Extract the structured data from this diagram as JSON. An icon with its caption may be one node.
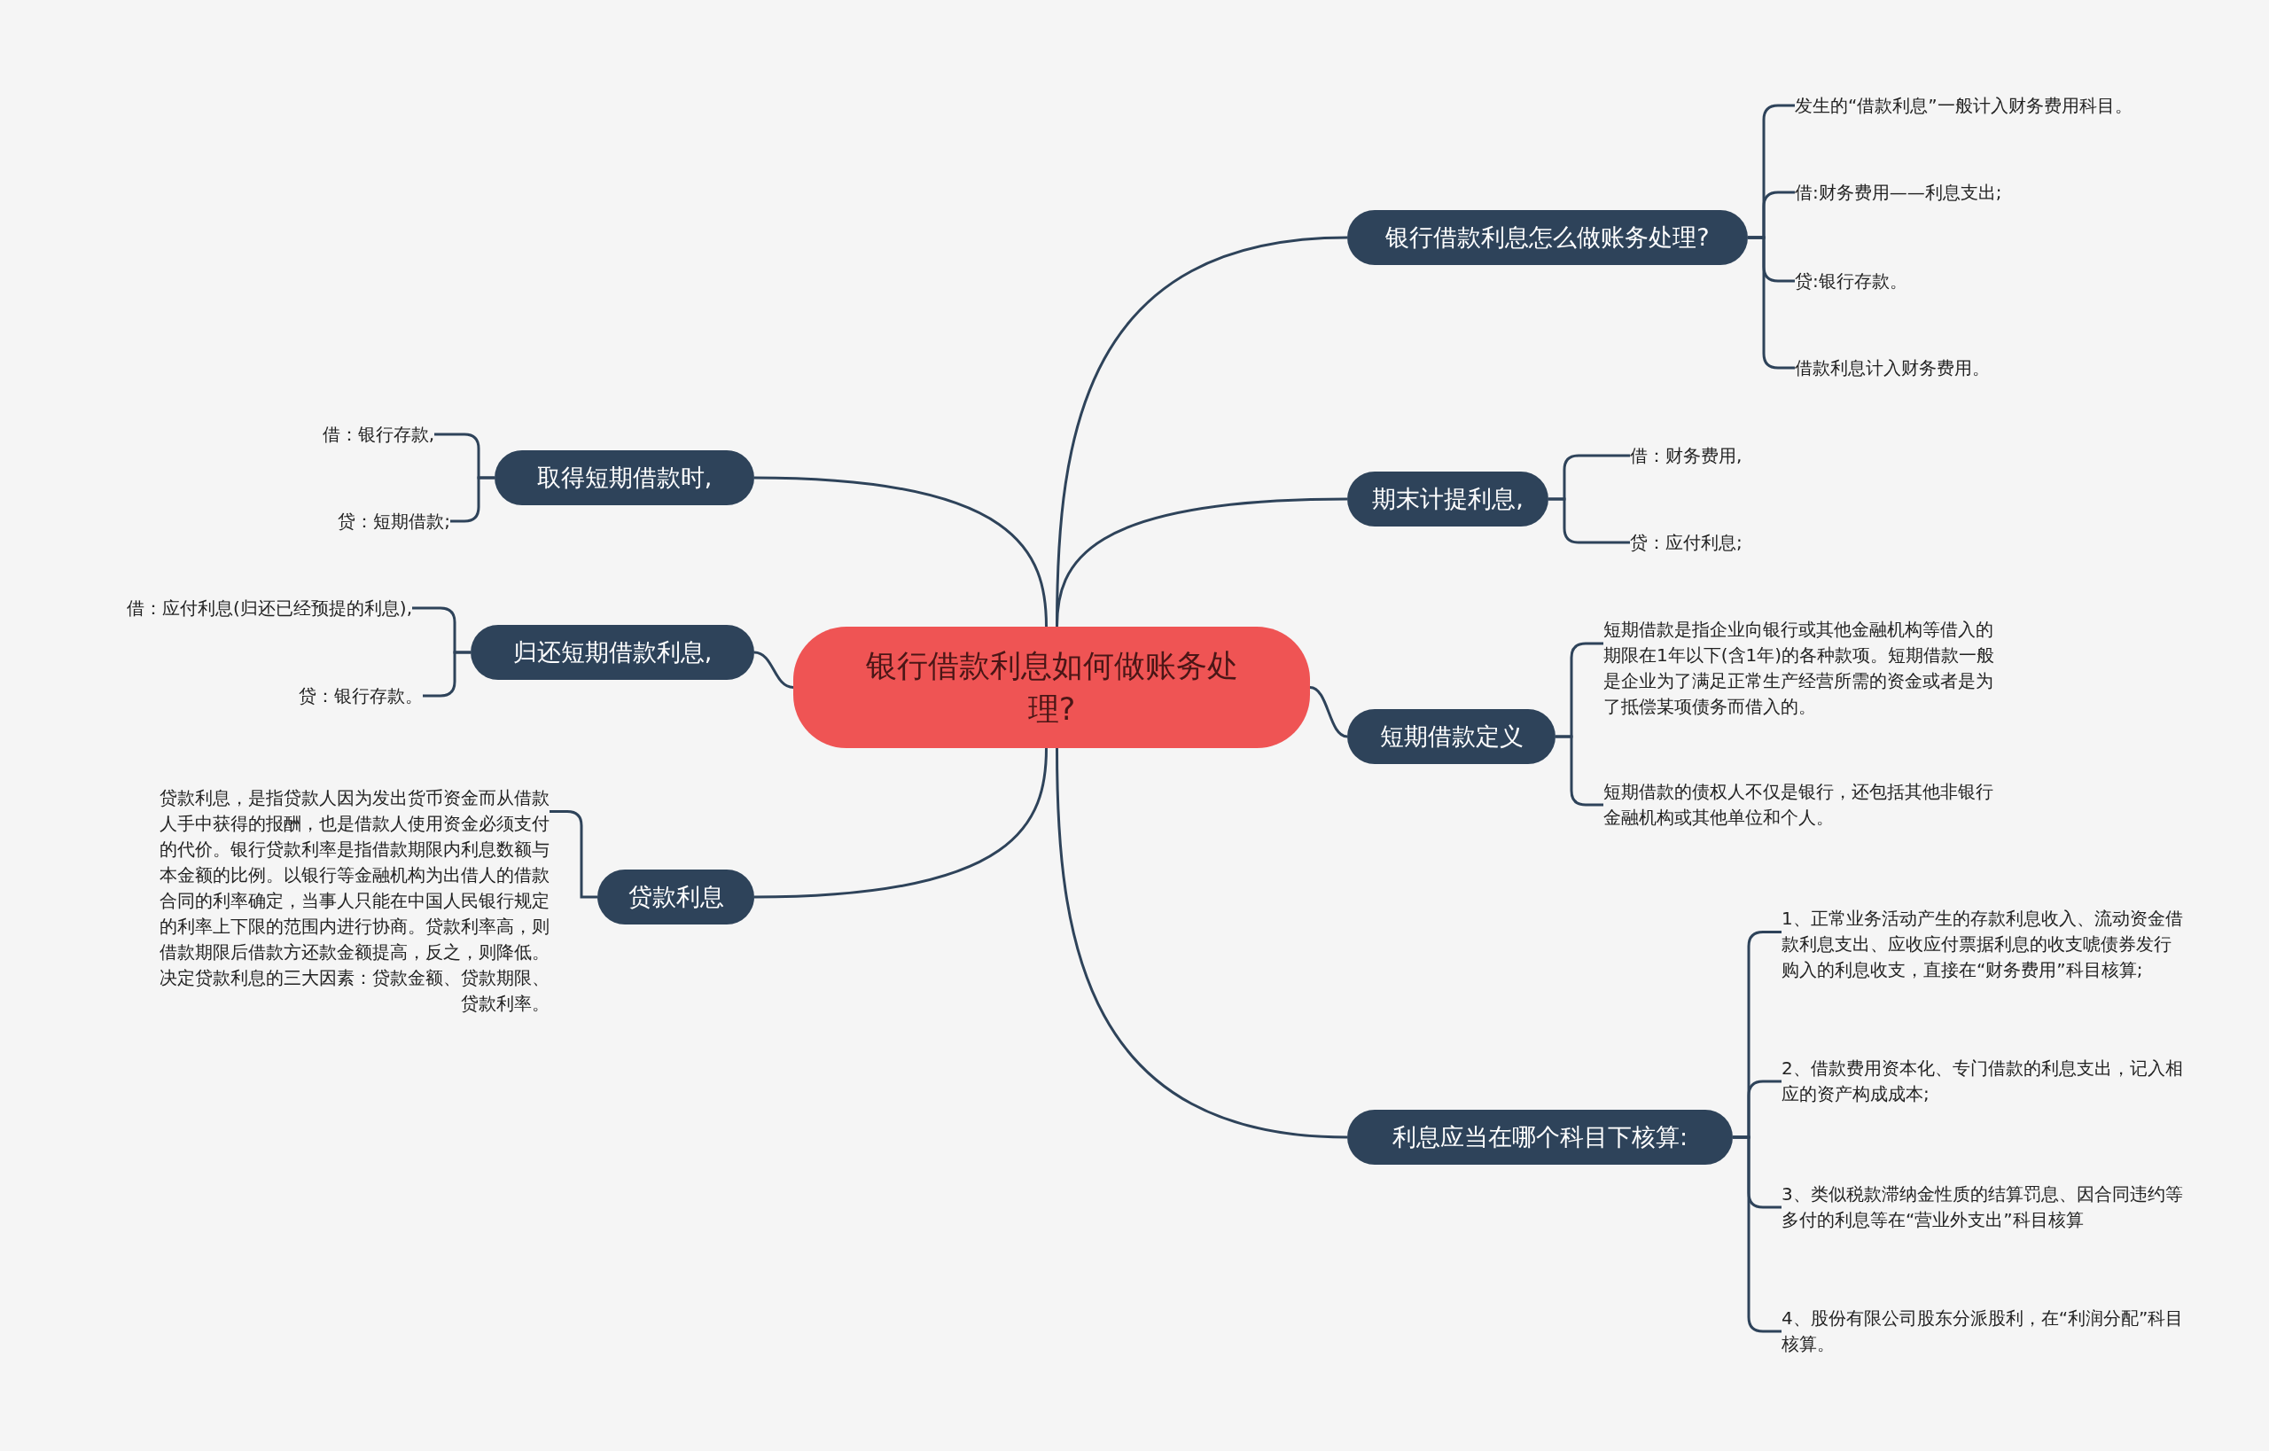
{
  "diagram": {
    "nodes": [
      {
        "text": [
          "银行借款利息如何做账务处理?"
        ]
      },
      {
        "text": [
          "银行借款利息怎么做账务处理?"
        ]
      },
      {
        "text": [
          "发生的“借款利息”一般计入财务费用科目。"
        ]
      },
      {
        "text": [
          "借:财务费用——利息支出;"
        ]
      },
      {
        "text": [
          "贷:银行存款。"
        ]
      },
      {
        "text": [
          "借款利息计入财务费用。"
        ]
      },
      {
        "text": [
          "取得短期借款时,"
        ]
      },
      {
        "text": [
          "借：银行存款,"
        ]
      },
      {
        "text": [
          "贷：短期借款;"
        ]
      },
      {
        "text": [
          "期末计提利息,"
        ]
      },
      {
        "text": [
          "借：财务费用,"
        ]
      },
      {
        "text": [
          "贷：应付利息;"
        ]
      },
      {
        "text": [
          "归还短期借款利息,"
        ]
      },
      {
        "text": [
          "借：应付利息(归还已经预提的利息),"
        ]
      },
      {
        "text": [
          "贷：银行存款。"
        ]
      },
      {
        "text": [
          "短期借款定义"
        ]
      },
      {
        "text": [
          "短期借款是指企业向银行或其他金融机构等借入的期限在1年以下(含1年)的各种款项。短期借款一般是企业为了满足正常生产经营所需的资金或者是为了抵偿某项债务而借入的。"
        ]
      },
      {
        "text": [
          "短期借款的债权人不仅是银行，还包括其他非银行金融机构或其他单位和个人。"
        ]
      },
      {
        "text": [
          "贷款利息"
        ]
      },
      {
        "text": [
          "贷款利息，是指贷款人因为发出货币资金而从借款人手中获得的报酬，也是借款人使用资金必须支付的代价。银行贷款利率是指借款期限内利息数额与本金额的比例。以银行等金融机构为出借人的借款合同的利率确定，当事人只能在中国人民银行规定的利率上下限的范围内进行协商。贷款利率高，则借款期限后借款方还款金额提高，反之，则降低。决定贷款利息的三大因素：贷款金额、贷款期限、贷款利率。"
        ]
      },
      {
        "text": [
          "利息应当在哪个科目下核算:"
        ]
      },
      {
        "text": [
          "1、正常业务活动产生的存款利息收入、流动资金借款利息支出、应收应付票据利息的收支唬债券发行购入的利息收支，直接在“财务费用”科目核算;"
        ]
      },
      {
        "text": [
          "2、借款费用资本化、专门借款的利息支出，记入相应的资产构成成本;"
        ]
      },
      {
        "text": [
          "3、类似税款滞纳金性质的结算罚息、因合同违约等多付的利息等在“营业外支出”科目核算"
        ]
      },
      {
        "text": [
          "4、股份有限公司股东分派股利，在“利润分配”科目核算。"
        ]
      }
    ],
    "edges": [
      {
        "from": 0,
        "to": 1,
        "arrow": "none"
      },
      {
        "from": 1,
        "to": 2,
        "arrow": "none"
      },
      {
        "from": 1,
        "to": 3,
        "arrow": "none"
      },
      {
        "from": 1,
        "to": 4,
        "arrow": "none"
      },
      {
        "from": 1,
        "to": 5,
        "arrow": "none"
      },
      {
        "from": 0,
        "to": 6,
        "arrow": "none"
      },
      {
        "from": 6,
        "to": 7,
        "arrow": "none"
      },
      {
        "from": 6,
        "to": 8,
        "arrow": "none"
      },
      {
        "from": 0,
        "to": 9,
        "arrow": "none"
      },
      {
        "from": 9,
        "to": 10,
        "arrow": "none"
      },
      {
        "from": 9,
        "to": 11,
        "arrow": "none"
      },
      {
        "from": 0,
        "to": 12,
        "arrow": "none"
      },
      {
        "from": 12,
        "to": 13,
        "arrow": "none"
      },
      {
        "from": 12,
        "to": 14,
        "arrow": "none"
      },
      {
        "from": 0,
        "to": 15,
        "arrow": "none"
      },
      {
        "from": 15,
        "to": 16,
        "arrow": "none"
      },
      {
        "from": 15,
        "to": 17,
        "arrow": "none"
      },
      {
        "from": 0,
        "to": 18,
        "arrow": "none"
      },
      {
        "from": 18,
        "to": 19,
        "arrow": "none"
      },
      {
        "from": 0,
        "to": 20,
        "arrow": "none"
      },
      {
        "from": 20,
        "to": 21,
        "arrow": "none"
      },
      {
        "from": 20,
        "to": 22,
        "arrow": "none"
      },
      {
        "from": 20,
        "to": 23,
        "arrow": "none"
      },
      {
        "from": 20,
        "to": 24,
        "arrow": "none"
      }
    ]
  }
}
